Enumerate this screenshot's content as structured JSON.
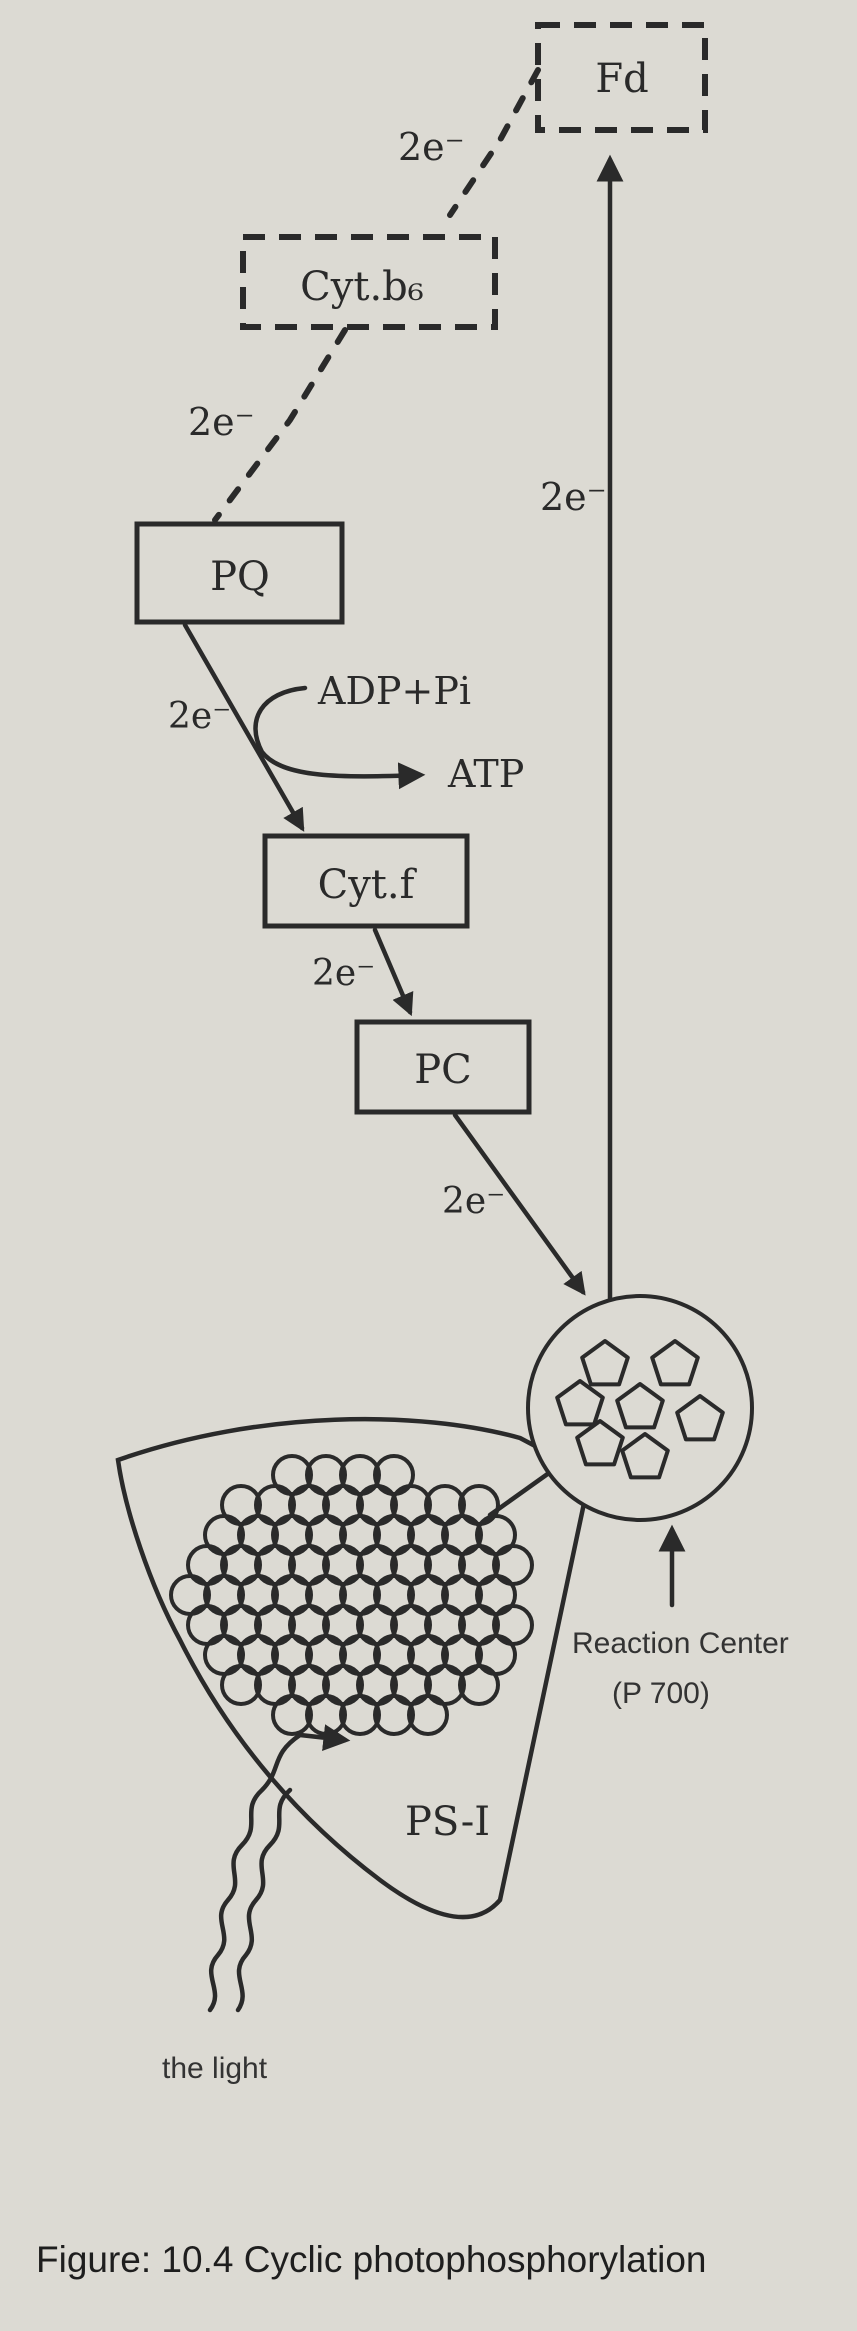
{
  "diagram": {
    "nodes": {
      "fd": "Fd",
      "cyt_b6": "Cyt.b₆",
      "pq": "PQ",
      "cyt_f": "Cyt.f",
      "pc": "PC",
      "ps1": "PS-I"
    },
    "electron_labels": {
      "fd_to_cytb6": "2e⁻",
      "cytb6_to_pq": "2e⁻",
      "reaction_center_to_fd": "2e⁻",
      "pq_to_cytf": "2e⁻",
      "cytf_to_pc": "2e⁻",
      "pc_to_reaction_center": "2e⁻"
    },
    "atp_synthesis": {
      "input": "ADP+Pi",
      "output": "ATP"
    },
    "reaction_center": {
      "label": "Reaction Center",
      "sublabel": "(P 700)"
    },
    "light_label": "the light"
  },
  "caption": "Figure: 10.4 Cyclic photophosphorylation",
  "colors": {
    "background": "#dcdad3",
    "ink": "#2a2a2a"
  }
}
